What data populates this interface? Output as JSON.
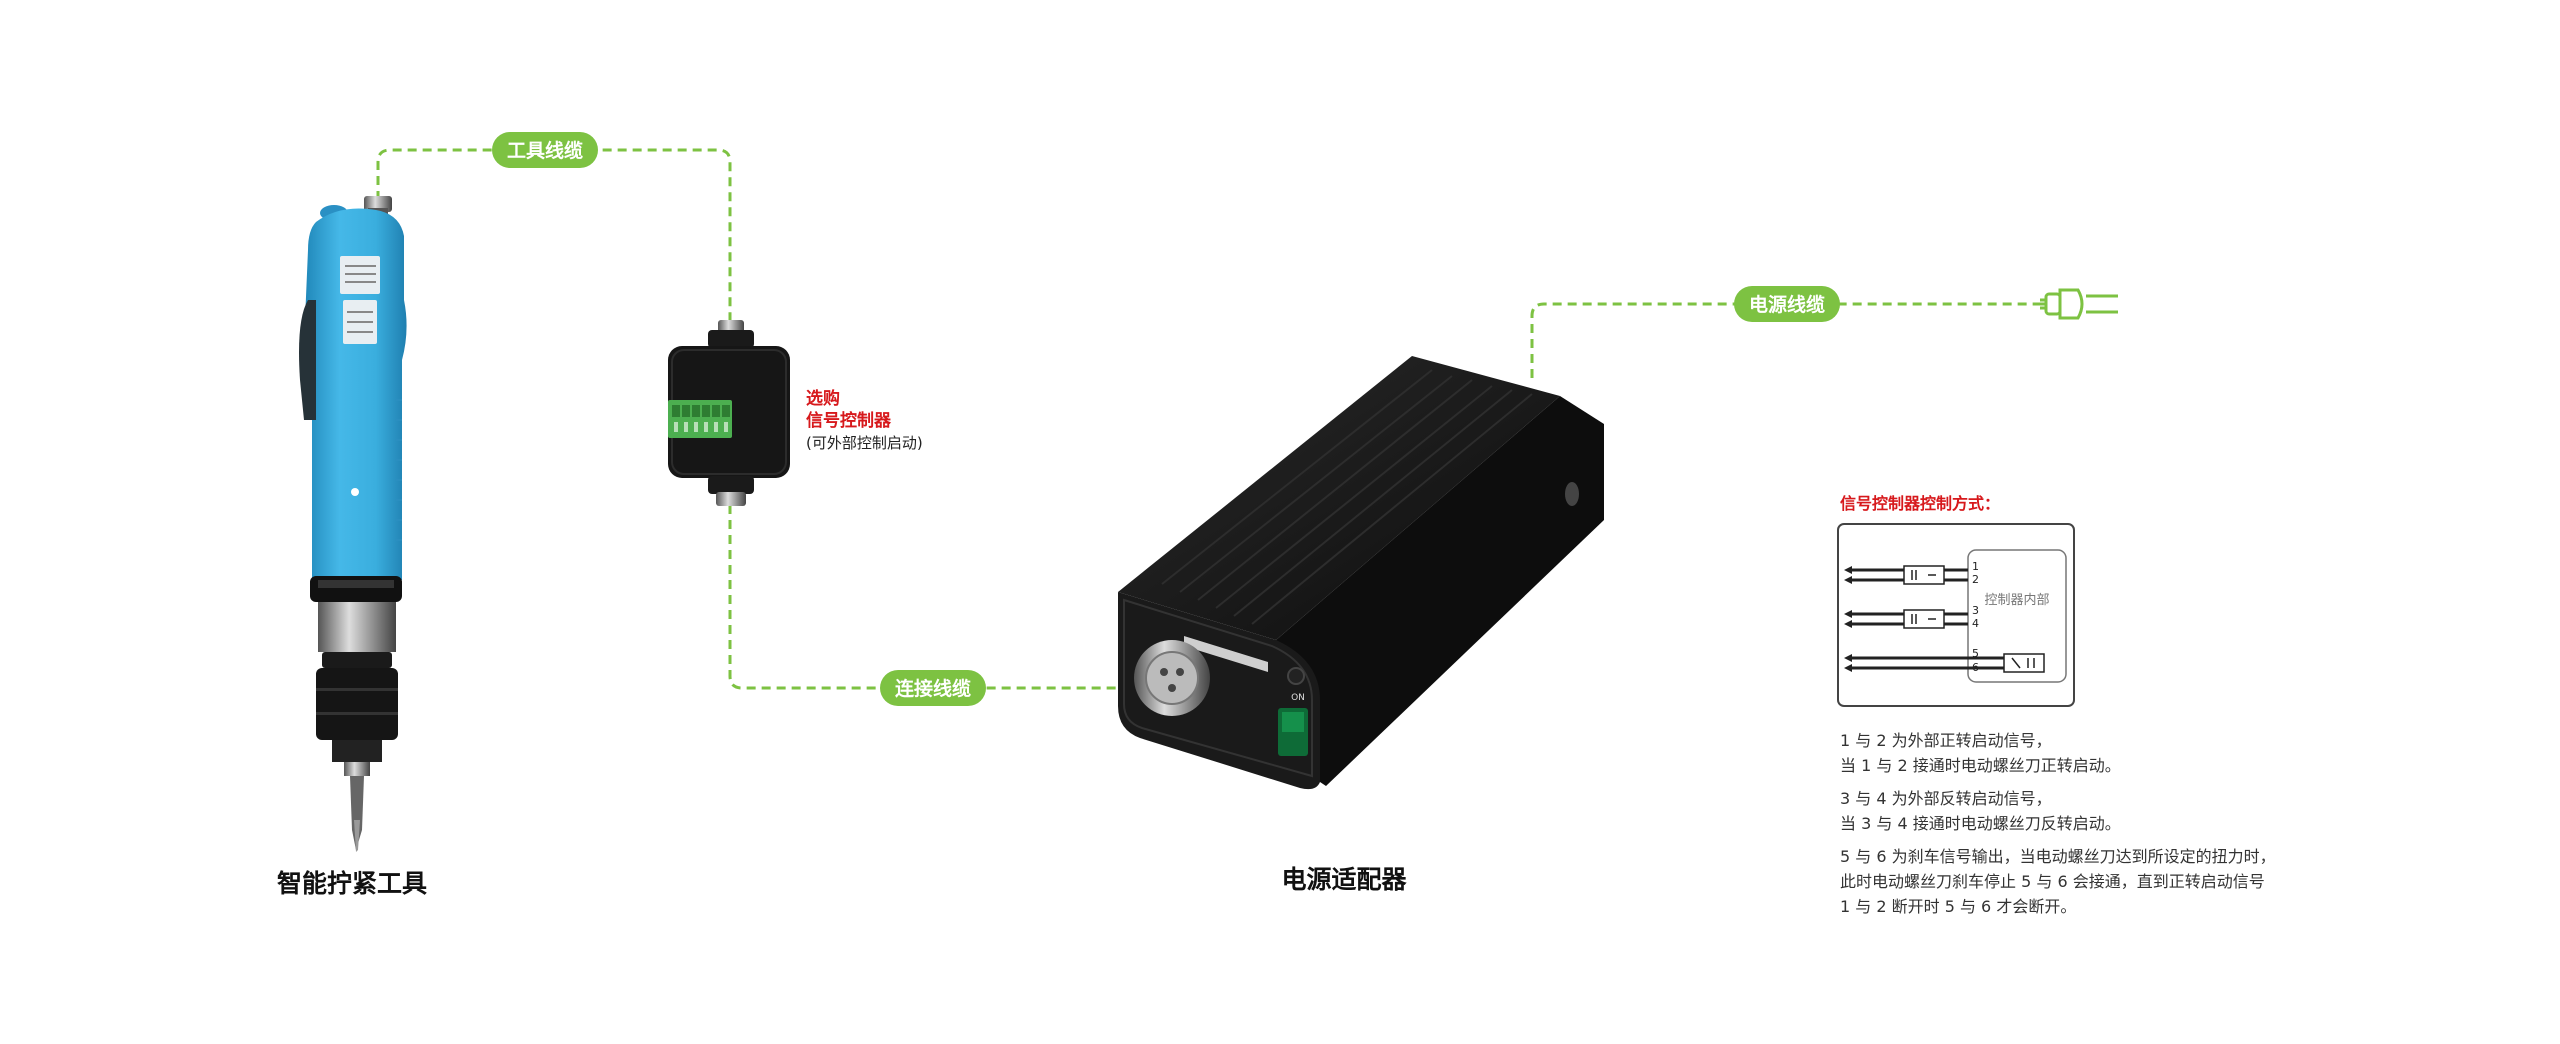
{
  "cables": {
    "tool_cable": "工具线缆",
    "connect_cable": "连接线缆",
    "power_cable": "电源线缆"
  },
  "devices": {
    "tool": "智能拧紧工具",
    "adapter": "电源适配器",
    "adapter_switch": "ON"
  },
  "controller": {
    "optional": "选购",
    "name": "信号控制器",
    "note": "(可外部控制启动)"
  },
  "method": {
    "title": "信号控制器控制方式：",
    "inner_label": "控制器内部",
    "pins": [
      "1",
      "2",
      "3",
      "4",
      "5",
      "6"
    ]
  },
  "descriptions": [
    {
      "line1": "1 与 2 为外部正转启动信号，",
      "line2": "当 1 与 2 接通时电动螺丝刀正转启动。"
    },
    {
      "line1": "3 与 4 为外部反转启动信号，",
      "line2": "当 3 与 4 接通时电动螺丝刀反转启动。"
    },
    {
      "line1": "5 与 6 为刹车信号输出，当电动螺丝刀达到所设定的扭力时，",
      "line2": "此时电动螺丝刀刹车停止 5 与 6 会接通，直到正转启动信号",
      "line3": "1 与 2 断开时 5 与 6 才会断开。"
    }
  ],
  "colors": {
    "accent_green": "#7dc242",
    "label_red": "#d7191c",
    "tool_blue": "#35a9dc",
    "adapter_black": "#141414",
    "terminal_green": "#4caf50"
  }
}
